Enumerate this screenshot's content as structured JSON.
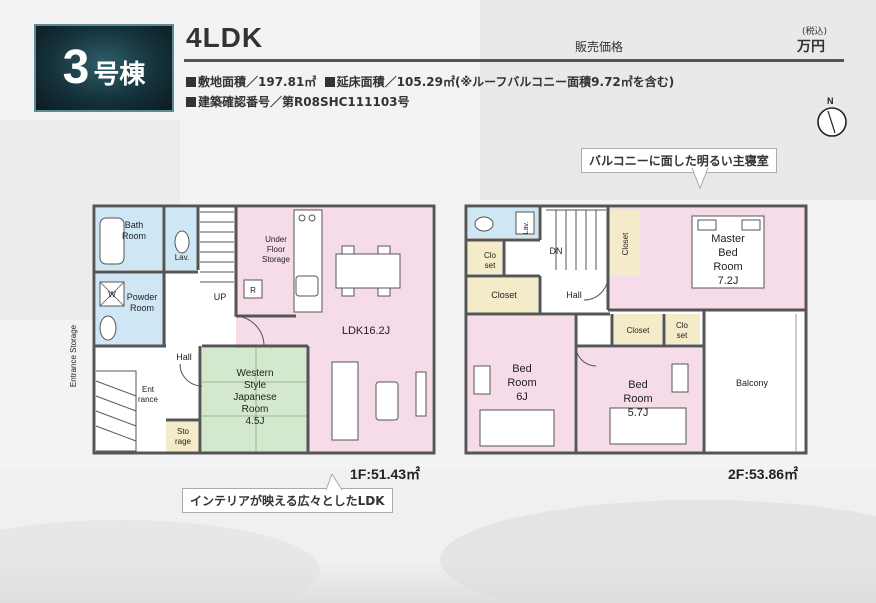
{
  "header": {
    "building_number": "3",
    "building_suffix": "号棟",
    "plan_type": "4LDK",
    "price_label": "販売価格",
    "tax_label": "(税込)",
    "price_unit": "万円"
  },
  "specs": {
    "land_area": "敷地面積／197.81㎡",
    "floor_area": "延床面積／105.29㎡(※ルーフバルコニー面積9.72㎡を含む)",
    "permit_number": "建築確認番号／第R08SHC111103号"
  },
  "callouts": {
    "top": "バルコニーに面した明るい主寝室",
    "bottom": "インテリアが映える広々としたLDK"
  },
  "compass_label": "N",
  "floor1": {
    "area_label": "1F:51.43㎡",
    "rooms": {
      "bath_1": "Bath",
      "bath_2": "Room",
      "lav": "Lav.",
      "powder_1": "Powder",
      "powder_2": "Room",
      "w": "W",
      "under_1": "Under",
      "under_2": "Floor",
      "under_3": "Storage",
      "r": "R",
      "ldk": "LDK16.2J",
      "up": "UP",
      "hall": "Hall",
      "entrance_storage": "Entrance Storage",
      "entrance_1": "Ent",
      "entrance_2": "rance",
      "western_1": "Western",
      "western_2": "Style",
      "western_3": "Japanese",
      "western_4": "Room",
      "western_5": "4.5J",
      "storage_1": "Sto",
      "storage_2": "rage"
    }
  },
  "floor2": {
    "area_label": "2F:53.86㎡",
    "rooms": {
      "lav": "Lav.",
      "closet_a_1": "Clo",
      "closet_a_2": "set",
      "dn": "DN",
      "closet_b": "Closet",
      "master_1": "Master",
      "master_2": "Bed",
      "master_3": "Room",
      "master_4": "7.2J",
      "closet_c": "Closet",
      "hall": "Hall",
      "bed6_1": "Bed",
      "bed6_2": "Room",
      "bed6_3": "6J",
      "closet_d": "Closet",
      "closet_e_1": "Clo",
      "closet_e_2": "set",
      "bed57_1": "Bed",
      "bed57_2": "Room",
      "bed57_3": "5.7J",
      "balcony": "Balcony"
    }
  },
  "colors": {
    "pink_room": "#f6dbe8",
    "blue_wet": "#cfe6f4",
    "green_tatami": "#d3e8cc",
    "beige_storage": "#f4ecc9",
    "wall": "#555555",
    "badge_bg": "#15323b"
  }
}
